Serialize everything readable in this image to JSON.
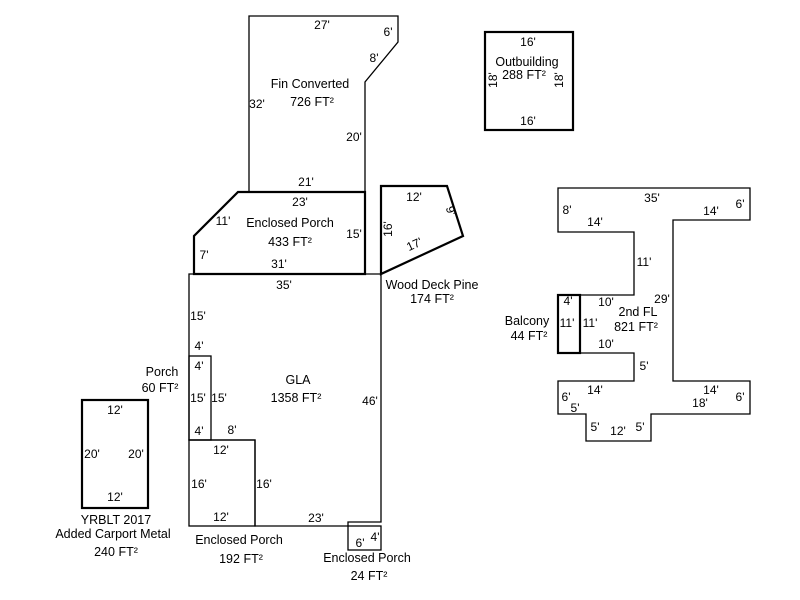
{
  "areas": {
    "fin_converted": {
      "name": "Fin Converted",
      "area": "726 FT²",
      "dims": {
        "top": "27'",
        "notch_top": "6'",
        "notch_diag": "8'",
        "left": "32'",
        "right": "20'",
        "bottom": "21'"
      }
    },
    "outbuilding": {
      "name": "Outbuilding",
      "area": "288 FT²",
      "dims": {
        "top": "16'",
        "bottom": "16'",
        "left": "18'",
        "right": "18'"
      }
    },
    "enclosed_porch_433": {
      "name": "Enclosed Porch",
      "area": "433 FT²",
      "dims": {
        "top": "23'",
        "diag": "11'",
        "left": "7'",
        "right": "15'",
        "bottom": "31'"
      }
    },
    "wood_deck": {
      "name": "Wood Deck Pine",
      "area": "174 FT²",
      "dims": {
        "top": "12'",
        "right": "9'",
        "left": "16'",
        "diag": "17'"
      }
    },
    "gla": {
      "name": "GLA",
      "area": "1358 FT²",
      "dims": {
        "top": "35'",
        "left_upper": "15'",
        "left_4a": "4'",
        "left_15": "15'",
        "left_4b": "4'",
        "step": "8'",
        "right": "46'",
        "bottom": "23'",
        "bottom_step": "4'"
      }
    },
    "porch": {
      "name": "Porch",
      "area": "60 FT²",
      "dims": {
        "top": "4'",
        "left": "15'",
        "right": "15'",
        "bottom": "4'"
      }
    },
    "enclosed_porch_192": {
      "name": "Enclosed Porch",
      "area": "192 FT²",
      "dims": {
        "top": "12'",
        "left": "16'",
        "right": "16'",
        "bottom": "12'"
      }
    },
    "enclosed_porch_24": {
      "name": "Enclosed Porch",
      "area": "24 FT²",
      "dims": {
        "bottom": "6'",
        "right": "4'"
      }
    },
    "carport": {
      "name_line1": "YRBLT 2017",
      "name_line2": "Added Carport Metal",
      "area": "240 FT²",
      "dims": {
        "top": "12'",
        "bottom": "12'",
        "left": "20'",
        "right": "20'"
      }
    },
    "second_fl": {
      "name": "2nd FL",
      "area": "821 FT²",
      "dims": {
        "top": "35'",
        "tl_side": "8'",
        "tl_step": "14'",
        "tr_side": "6'",
        "tr_step": "14'",
        "inner_11": "11'",
        "inner_10a": "10'",
        "right_29": "29'",
        "inner_10b": "10'",
        "inner_5": "5'",
        "bl_step": "14'",
        "bl_side": "6'",
        "bl_5a": "5'",
        "bl_5b": "5'",
        "bottom_12": "12'",
        "bl_5c": "5'",
        "br_step": "14'",
        "br_18": "18'",
        "br_side": "6'"
      }
    },
    "balcony": {
      "name": "Balcony",
      "area": "44 FT²",
      "dims": {
        "top": "4'",
        "left": "11'",
        "right": "11'"
      }
    }
  }
}
